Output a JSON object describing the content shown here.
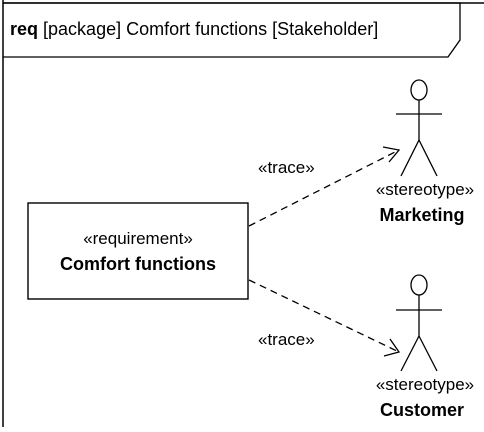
{
  "frame": {
    "kind": "req",
    "label": "[package] Comfort functions [Stakeholder]"
  },
  "requirement": {
    "stereotype": "«requirement»",
    "name": "Comfort functions"
  },
  "actors": [
    {
      "stereotype": "«stereotype»",
      "name": "Marketing"
    },
    {
      "stereotype": "«stereotype»",
      "name": "Customer"
    }
  ],
  "relations": [
    {
      "label": "«trace»",
      "from": "Comfort functions",
      "to": "Marketing"
    },
    {
      "label": "«trace»",
      "from": "Comfort functions",
      "to": "Customer"
    }
  ]
}
